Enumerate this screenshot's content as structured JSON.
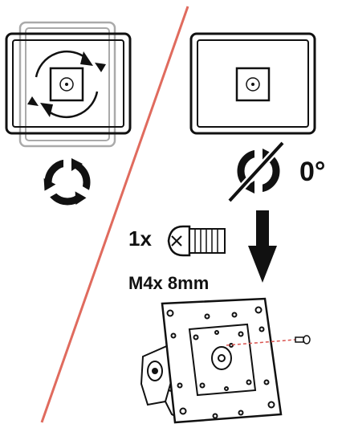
{
  "instructions": {
    "rotation_angle": "0°",
    "screw_quantity": "1x",
    "screw_size": "M4x 8mm"
  },
  "colors": {
    "divider_line": "#e06b5e",
    "ink": "#111111",
    "ghost_outline": "#aaaaaa",
    "red_dashed_guide": "#d9534f"
  },
  "icons": {
    "rotate_screen": "rotate-arrows-icon",
    "rotate_symbol": "circular-arrows-icon",
    "no_rotation": "crossed-rotation-icon",
    "down_arrow": "arrow-down-icon",
    "screw": "screw-icon",
    "mount": "vesa-mount-plate-icon"
  }
}
